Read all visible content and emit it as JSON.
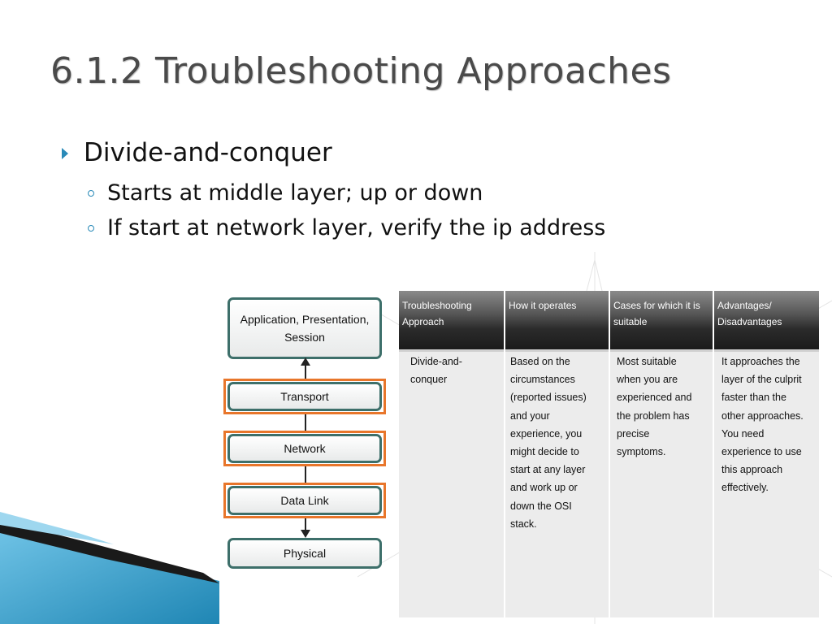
{
  "slide": {
    "title": "6.1.2 Troubleshooting Approaches",
    "bullet": "Divide-and-conquer",
    "sub_bullets": [
      "Starts at middle layer; up or down",
      "If start at network layer, verify the ip address"
    ]
  },
  "osi_layers": [
    "Application, Presentation, Session",
    "Transport",
    "Network",
    "Data Link",
    "Physical"
  ],
  "table": {
    "headers": [
      "Troubleshooting Approach",
      "How it operates",
      "Cases for which it is suitable",
      "Advantages/ Disadvantages"
    ],
    "row": [
      [
        "Divide-and-",
        "conquer"
      ],
      [
        "Based on the",
        "circumstances",
        "(reported issues)",
        "and your",
        "experience, you",
        "might decide to",
        "start at any layer",
        "and work up or",
        "down the OSI",
        "stack."
      ],
      [
        "Most suitable",
        "when you are",
        "experienced and",
        "the problem has",
        "precise",
        "symptoms."
      ],
      [
        "It approaches the",
        "layer of the culprit",
        "faster than the",
        "other approaches.",
        "You need",
        "experience to use",
        "this approach",
        "effectively."
      ]
    ]
  },
  "colors": {
    "accent": "#2a8ab8",
    "highlight": "#e8762b",
    "layer_border": "#3d6f6a"
  }
}
